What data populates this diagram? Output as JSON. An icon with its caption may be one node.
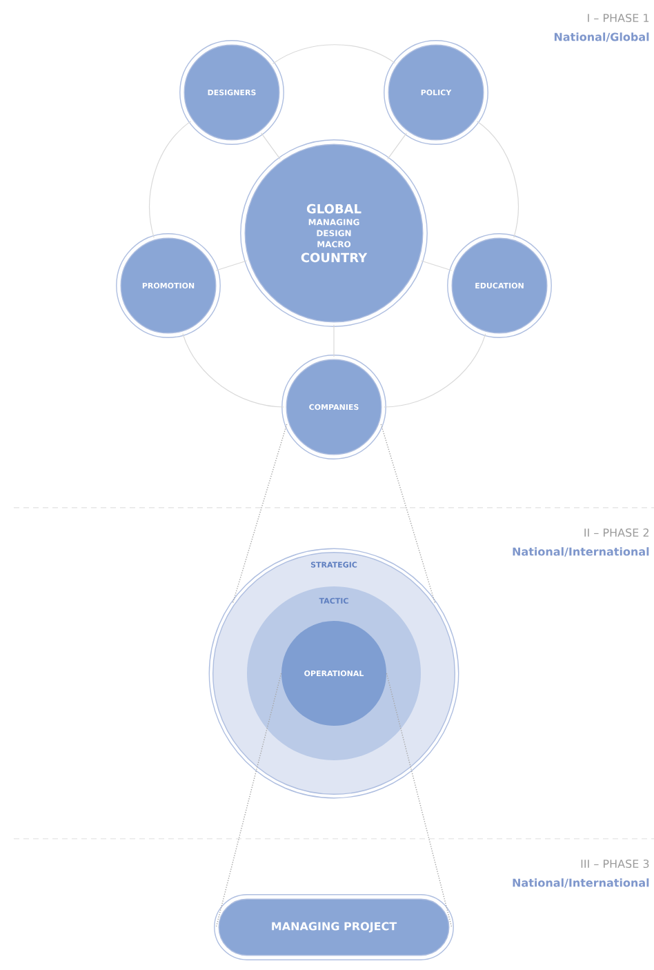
{
  "diagram": {
    "nodes": [
      {
        "text": [
          "GLOBAL",
          "MANAGING DESIGN MACRO",
          "COUNTRY"
        ]
      },
      {
        "text": [
          "DESIGNERS"
        ]
      },
      {
        "text": [
          "POLICY"
        ]
      },
      {
        "text": [
          "PROMOTION"
        ]
      },
      {
        "text": [
          "EDUCATION"
        ]
      },
      {
        "text": [
          "COMPANIES"
        ]
      },
      {
        "text": [
          "STRATEGIC"
        ]
      },
      {
        "text": [
          "TACTIC"
        ],
        "in": 6
      },
      {
        "text": [
          "OPERATIONAL"
        ],
        "in": 7
      },
      {
        "text": [
          "MANAGING PROJECT"
        ]
      }
    ],
    "edges": [
      {
        "from": 0,
        "to": 1,
        "arrow": "none"
      },
      {
        "from": 0,
        "to": 2,
        "arrow": "none"
      },
      {
        "from": 0,
        "to": 3,
        "arrow": "none"
      },
      {
        "from": 0,
        "to": 4,
        "arrow": "none"
      },
      {
        "from": 0,
        "to": 5,
        "arrow": "none"
      },
      {
        "from": 1,
        "to": 2,
        "arrow": "none"
      },
      {
        "from": 2,
        "to": 4,
        "arrow": "none"
      },
      {
        "from": 4,
        "to": 5,
        "arrow": "none"
      },
      {
        "from": 5,
        "to": 3,
        "arrow": "none"
      },
      {
        "from": 3,
        "to": 1,
        "arrow": "none"
      },
      {
        "from": 5,
        "to": 6,
        "arrow": "none",
        "style": "dashed"
      },
      {
        "from": 5,
        "to": 6,
        "arrow": "none",
        "style": "dashed"
      },
      {
        "from": 8,
        "to": 9,
        "arrow": "none",
        "style": "dashed"
      },
      {
        "from": 8,
        "to": 9,
        "arrow": "none",
        "style": "dashed"
      }
    ],
    "labels": [
      "I – PHASE 1",
      "National/Global",
      "II – PHASE 2",
      "National/International",
      "III – PHASE 3",
      "National/International"
    ]
  }
}
